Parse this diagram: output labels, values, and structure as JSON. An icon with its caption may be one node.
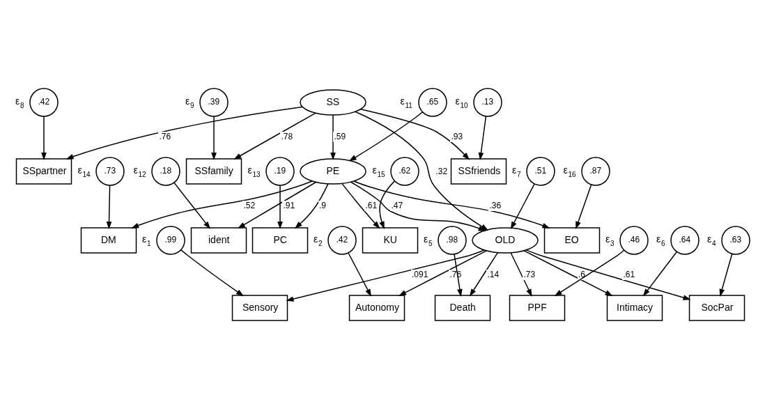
{
  "diagram": {
    "nodes": [
      {
        "text": [
          ".42"
        ],
        "beside": [
          "ε$_{8}$"
        ]
      },
      {
        "text": [
          ".39"
        ],
        "beside": [
          "ε$_{9}$"
        ]
      },
      {
        "text": [
          ".13"
        ],
        "beside": [
          "ε$_{10}$"
        ]
      },
      {
        "text": [
          "SSpartner"
        ]
      },
      {
        "text": [
          "SSfamily"
        ]
      },
      {
        "text": [
          "SSfriends"
        ]
      },
      {
        "text": [
          "SS"
        ]
      },
      {
        "text": [
          "ident"
        ]
      },
      {
        "text": [
          "PC"
        ]
      },
      {
        "text": [
          "DM"
        ]
      },
      {
        "text": [
          "KU"
        ]
      },
      {
        "text": [
          "EO"
        ]
      },
      {
        "text": [
          "PE"
        ]
      },
      {
        "text": [
          "OLD"
        ]
      },
      {
        "text": [
          "Sensory"
        ]
      },
      {
        "text": [
          "Autonomy"
        ]
      },
      {
        "text": [
          "PPF"
        ]
      },
      {
        "text": [
          "SocPar"
        ]
      },
      {
        "text": [
          "Death"
        ]
      },
      {
        "text": [
          "Intimacy"
        ]
      },
      {
        "text": [
          ".18"
        ],
        "beside": [
          "ε$_{12}$"
        ]
      },
      {
        "text": [
          ".19"
        ],
        "beside": [
          "ε$_{13}$"
        ]
      },
      {
        "text": [
          ".73"
        ],
        "beside": [
          "ε$_{14}$"
        ]
      },
      {
        "text": [
          ".62"
        ],
        "beside": [
          "ε$_{15}$"
        ]
      },
      {
        "text": [
          ".87"
        ],
        "beside": [
          "ε$_{16}$"
        ]
      },
      {
        "text": [
          ".65"
        ],
        "beside": [
          "ε$_{11}$"
        ]
      },
      {
        "text": [
          ".51"
        ],
        "beside": [
          "ε$_{7}$"
        ]
      },
      {
        "text": [
          ".99"
        ],
        "beside": [
          "ε$_{1}$"
        ]
      },
      {
        "text": [
          ".42"
        ],
        "beside": [
          "ε$_{2}$"
        ]
      },
      {
        "text": [
          ".46"
        ],
        "beside": [
          "ε$_{3}$"
        ]
      },
      {
        "text": [
          ".63"
        ],
        "beside": [
          "ε$_{4}$"
        ]
      },
      {
        "text": [
          ".98"
        ],
        "beside": [
          "ε$_{5}$"
        ]
      },
      {
        "text": [
          ".64"
        ],
        "beside": [
          "ε$_{6}$"
        ]
      }
    ],
    "edges": [
      {
        "from": 0,
        "to": 3,
        "arrow": "to"
      },
      {
        "from": 1,
        "to": 4,
        "arrow": "to"
      },
      {
        "from": 2,
        "to": 5,
        "arrow": "to"
      },
      {
        "from": 6,
        "to": 3,
        "arrow": "to",
        "label": ".76"
      },
      {
        "from": 6,
        "to": 4,
        "arrow": "to",
        "label": ".78"
      },
      {
        "from": 6,
        "to": 5,
        "arrow": "to",
        "label": ".93"
      },
      {
        "from": 6,
        "to": 12,
        "arrow": "to",
        "label": ".59"
      },
      {
        "from": 6,
        "to": 13,
        "arrow": "to",
        "label": ".32"
      },
      {
        "from": 20,
        "to": 7,
        "arrow": "to"
      },
      {
        "from": 21,
        "to": 8,
        "arrow": "to"
      },
      {
        "from": 22,
        "to": 9,
        "arrow": "to"
      },
      {
        "from": 23,
        "to": 10,
        "arrow": "to"
      },
      {
        "from": 24,
        "to": 11,
        "arrow": "to"
      },
      {
        "from": 12,
        "to": 7,
        "arrow": "to",
        "label": ".91"
      },
      {
        "from": 12,
        "to": 8,
        "arrow": "to",
        "label": ".9"
      },
      {
        "from": 12,
        "to": 9,
        "arrow": "to",
        "label": ".52"
      },
      {
        "from": 12,
        "to": 10,
        "arrow": "to",
        "label": ".61"
      },
      {
        "from": 12,
        "to": 11,
        "arrow": "to",
        "label": ".36"
      },
      {
        "from": 25,
        "to": 12,
        "arrow": "to"
      },
      {
        "from": 12,
        "to": 13,
        "arrow": "to",
        "label": ".47"
      },
      {
        "from": 26,
        "to": 13,
        "arrow": "to"
      },
      {
        "from": 13,
        "to": 14,
        "arrow": "to",
        "label": ".091"
      },
      {
        "from": 13,
        "to": 15,
        "arrow": "to",
        "label": ".76"
      },
      {
        "from": 13,
        "to": 16,
        "arrow": "to",
        "label": ".73"
      },
      {
        "from": 13,
        "to": 17,
        "arrow": "to",
        "label": ".61"
      },
      {
        "from": 13,
        "to": 18,
        "arrow": "to",
        "label": ".14"
      },
      {
        "from": 13,
        "to": 19,
        "arrow": "to",
        "label": ".6"
      },
      {
        "from": 27,
        "to": 14,
        "arrow": "to"
      },
      {
        "from": 28,
        "to": 15,
        "arrow": "to"
      },
      {
        "from": 29,
        "to": 16,
        "arrow": "to"
      },
      {
        "from": 30,
        "to": 17,
        "arrow": "to"
      },
      {
        "from": 31,
        "to": 18,
        "arrow": "to"
      },
      {
        "from": 32,
        "to": 19,
        "arrow": "to"
      }
    ]
  }
}
